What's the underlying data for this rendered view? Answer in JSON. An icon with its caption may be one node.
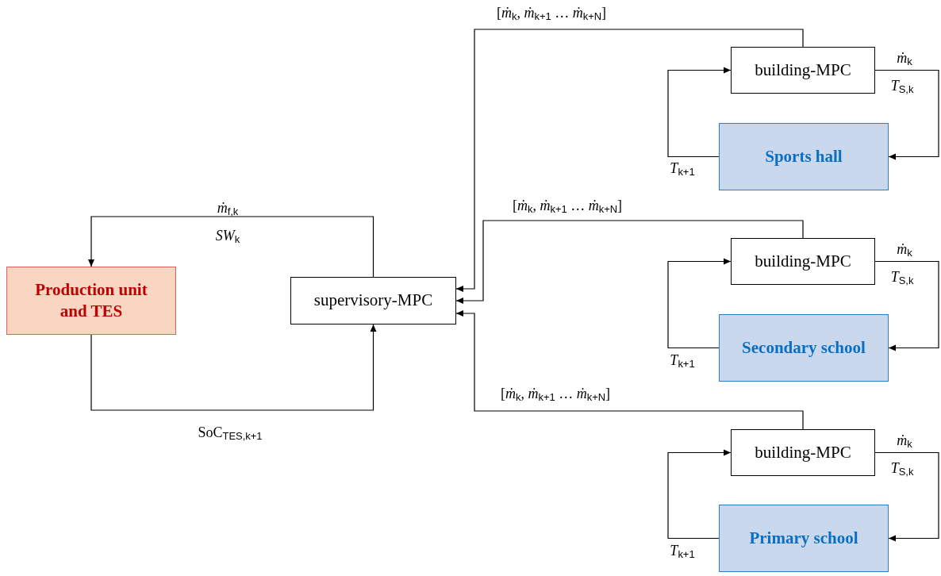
{
  "diagram": {
    "nodes": [
      {
        "text": [
          "Production unit and TES"
        ]
      },
      {
        "text": [
          "supervisory-MPC"
        ]
      },
      {
        "text": [
          "building-MPC"
        ]
      },
      {
        "text": [
          "Sports hall"
        ]
      },
      {
        "text": [
          "building-MPC"
        ]
      },
      {
        "text": [
          "Secondary school"
        ]
      },
      {
        "text": [
          "building-MPC"
        ]
      },
      {
        "text": [
          "Primary school"
        ]
      }
    ],
    "edges": [
      {
        "from": 1,
        "to": 0,
        "arrow": "to",
        "label": "*ṁ*$_{f,k}$"
      },
      {
        "from": 0,
        "to": 1,
        "arrow": "to",
        "label": "SoC$_{TES,k+1}$"
      },
      {
        "from": 2,
        "to": 1,
        "arrow": "to",
        "label": "[*ṁ*$_{k}$, *ṁ*$_{k+1}$ … *ṁ*$_{k+N}$]"
      },
      {
        "from": 2,
        "to": 3,
        "arrow": "to",
        "label": "*ṁ*$_{k}$"
      },
      {
        "from": 3,
        "to": 2,
        "arrow": "to",
        "label": "*T*$_{k+1}$"
      },
      {
        "from": 4,
        "to": 1,
        "arrow": "to",
        "label": "[*ṁ*$_{k}$, *ṁ*$_{k+1}$ … *ṁ*$_{k+N}$]"
      },
      {
        "from": 4,
        "to": 5,
        "arrow": "to",
        "label": "*ṁ*$_{k}$"
      },
      {
        "from": 5,
        "to": 4,
        "arrow": "to",
        "label": "*T*$_{k+1}$"
      },
      {
        "from": 6,
        "to": 1,
        "arrow": "to",
        "label": "[*ṁ*$_{k}$, *ṁ*$_{k+1}$ … *ṁ*$_{k+N}$]"
      },
      {
        "from": 6,
        "to": 7,
        "arrow": "to",
        "label": "*ṁ*$_{k}$"
      },
      {
        "from": 7,
        "to": 6,
        "arrow": "to",
        "label": "*T*$_{k+1}$"
      }
    ],
    "labels": [
      "*SW*$_{k}$",
      "*T*$_{S,k}$",
      "*T*$_{S,k}$",
      "*T*$_{S,k}$"
    ]
  }
}
